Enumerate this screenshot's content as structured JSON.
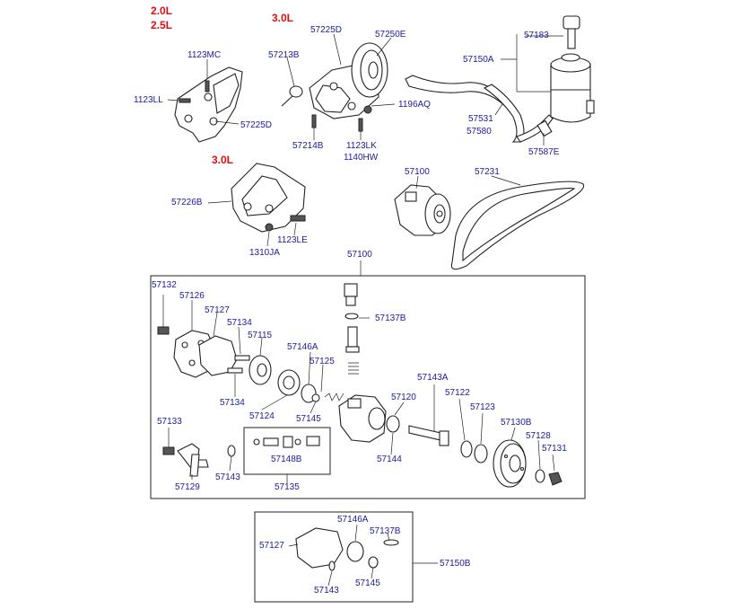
{
  "diagram": {
    "engine_labels": {
      "e20": "2.0L",
      "e25": "2.5L",
      "e30a": "3.0L",
      "e30b": "3.0L"
    },
    "parts": {
      "p1123MC": "1123MC",
      "p1123LL": "1123LL",
      "p57225D_a": "57225D",
      "p57225D_b": "57225D",
      "p57250E": "57250E",
      "p57213B": "57213B",
      "p1196AQ": "1196AQ",
      "p57214B": "57214B",
      "p1123LK": "1123LK",
      "p1140HW": "1140HW",
      "p57183": "57183",
      "p57150A": "57150A",
      "p57531": "57531",
      "p57580": "57580",
      "p57587E": "57587E",
      "p57226B": "57226B",
      "p1123LE": "1123LE",
      "p1310JA": "1310JA",
      "p57100_top": "57100",
      "p57231": "57231",
      "p57100_box": "57100",
      "p57132": "57132",
      "p57126": "57126",
      "p57127_a": "57127",
      "p57134_a": "57134",
      "p57115": "57115",
      "p57137B_a": "57137B",
      "p57146A_a": "57146A",
      "p57125": "57125",
      "p57143A": "57143A",
      "p57134_b": "57134",
      "p57124": "57124",
      "p57145_a": "57145",
      "p57120": "57120",
      "p57122": "57122",
      "p57123": "57123",
      "p57130B": "57130B",
      "p57128": "57128",
      "p57131": "57131",
      "p57133": "57133",
      "p57144": "57144",
      "p57148B": "57148B",
      "p57129": "57129",
      "p57143_a": "57143",
      "p57135": "57135",
      "p57146A_b": "57146A",
      "p57137B_b": "57137B",
      "p57127_b": "57127",
      "p57150B": "57150B",
      "p57143_b": "57143",
      "p57145_b": "57145"
    }
  }
}
